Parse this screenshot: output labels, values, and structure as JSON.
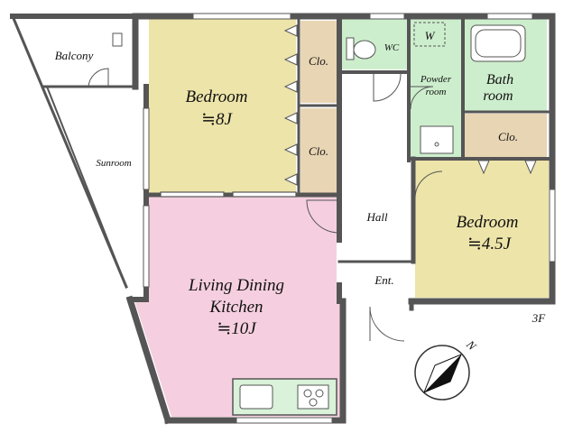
{
  "floor_label": "3F",
  "colors": {
    "wall": "#555555",
    "bedroom": "#ede4a9",
    "closet": "#e8d5b4",
    "living": "#f5cfdf",
    "wet_area": "#cdeecd",
    "kitchen_counter": "#d9f2d9",
    "outdoor": "#ffffff"
  },
  "rooms": {
    "balcony": "Balcony",
    "sunroom": "Sunroom",
    "bedroom_large": {
      "name": "Bedroom",
      "size": "≒8J"
    },
    "closet_upper": "Clo.",
    "closet_lower": "Clo.",
    "wc": "WC",
    "washer": "W",
    "powder": {
      "line1": "Powder",
      "line2": "room"
    },
    "bath": {
      "line1": "Bath",
      "line2": "room"
    },
    "closet_right": "Clo.",
    "hall": "Hall",
    "bedroom_small": {
      "name": "Bedroom",
      "size": "≒4.5J"
    },
    "entrance": "Ent.",
    "ldk": {
      "line1": "Living Dining",
      "line2": "Kitchen",
      "size": "≒10J"
    }
  },
  "compass": {
    "label": "N"
  }
}
